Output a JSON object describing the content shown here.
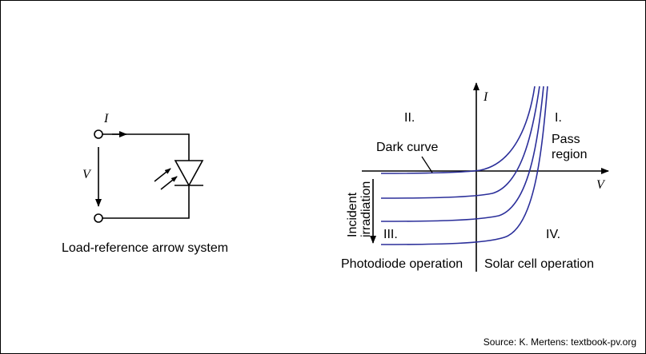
{
  "circuit": {
    "current_symbol": "I",
    "voltage_symbol": "V",
    "caption": "Load-reference arrow system"
  },
  "iv_plot": {
    "y_axis_label": "I",
    "x_axis_label": "V",
    "quadrant_labels": {
      "q1": "I.",
      "q2": "II.",
      "q3": "III.",
      "q4": "IV."
    },
    "pass_region_line1": "Pass",
    "pass_region_line2": "region",
    "dark_curve_label": "Dark curve",
    "irradiation_line1": "Incident",
    "irradiation_line2": "irradiation",
    "left_operation": "Photodiode operation",
    "right_operation": "Solar cell operation",
    "curve_color": "#2b2f9a",
    "axis_color": "#000000",
    "curve_count": 4
  },
  "source_credit": "Source: K. Mertens: textbook-pv.org"
}
